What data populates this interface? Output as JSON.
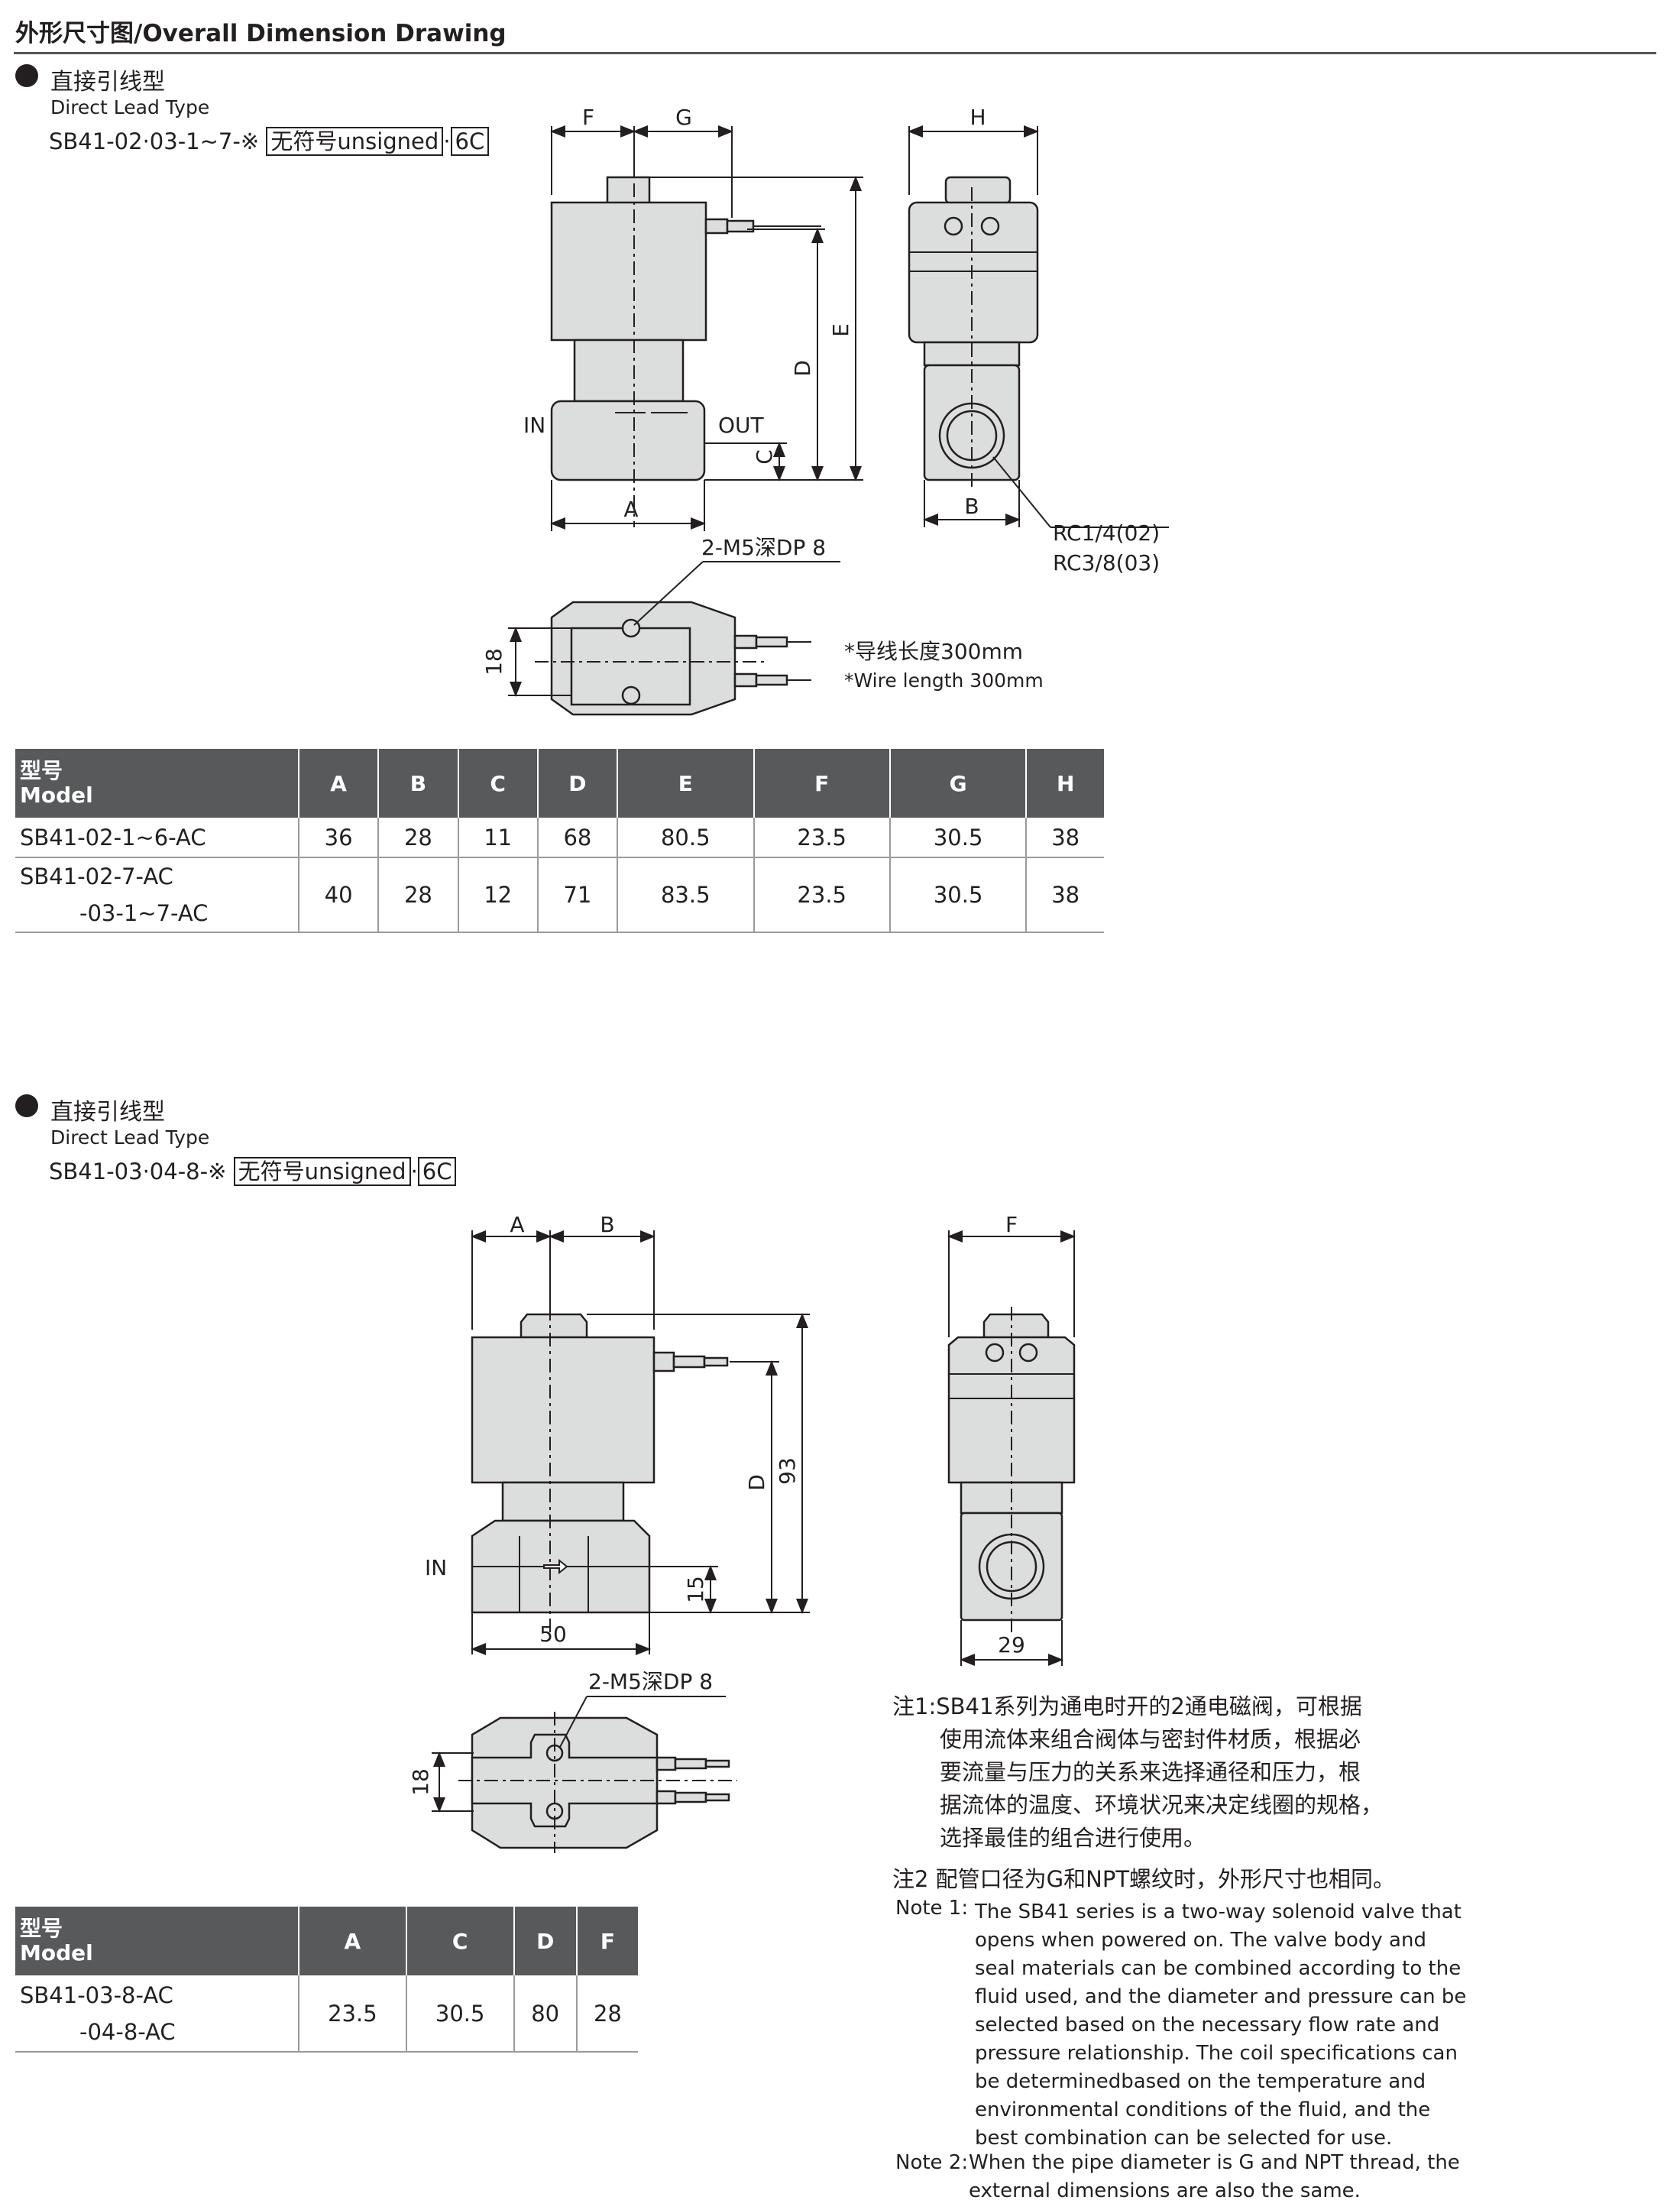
{
  "header": {
    "title": "外形尺寸图/Overall Dimension Drawing"
  },
  "section1": {
    "heading_zh": "直接引线型",
    "heading_en": "Direct Lead Type",
    "code_prefix": "SB41-02·03-1~7-※",
    "code_box1": "无符号unsigned",
    "code_sep": "·",
    "code_box2": "6C",
    "drawing": {
      "dim_f": "F",
      "dim_g": "G",
      "dim_h": "H",
      "dim_e": "E",
      "dim_d": "D",
      "dim_c": "C",
      "dim_a": "A",
      "dim_b": "B",
      "port_in": "IN",
      "port_out": "OUT",
      "port_rc1": "RC1/4(02)",
      "port_rc2": "RC3/8(03)",
      "thread": "2-M5深DP 8",
      "dim_18": "18",
      "wire_zh": "*导线长度300mm",
      "wire_en": "*Wire length 300mm"
    },
    "table": {
      "header_zh": "型号",
      "header_en": "Model",
      "columns": [
        "A",
        "B",
        "C",
        "D",
        "E",
        "F",
        "G",
        "H"
      ],
      "row1": {
        "model": "SB41-02-1~6-AC",
        "values": [
          "36",
          "28",
          "11",
          "68",
          "80.5",
          "23.5",
          "30.5",
          "38"
        ]
      },
      "row2": {
        "model_l1": "SB41-02-7-AC",
        "model_l2": "-03-1~7-AC",
        "values": [
          "40",
          "28",
          "12",
          "71",
          "83.5",
          "23.5",
          "30.5",
          "38"
        ]
      }
    }
  },
  "section2": {
    "heading_zh": "直接引线型",
    "heading_en": "Direct Lead Type",
    "code_prefix": "SB41-03·04-8-※",
    "code_box1": "无符号unsigned",
    "code_sep": "·",
    "code_box2": "6C",
    "drawing": {
      "dim_a": "A",
      "dim_b": "B",
      "dim_f": "F",
      "dim_d": "D",
      "dim_93": "93",
      "dim_15": "15",
      "dim_50": "50",
      "dim_29": "29",
      "port_in": "IN",
      "thread": "2-M5深DP 8",
      "dim_18": "18"
    },
    "table": {
      "header_zh": "型号",
      "header_en": "Model",
      "columns": [
        "A",
        "C",
        "D",
        "F"
      ],
      "row1": {
        "model_l1": "SB41-03-8-AC",
        "model_l2": "-04-8-AC",
        "values": [
          "23.5",
          "30.5",
          "80",
          "28"
        ]
      }
    }
  },
  "notes": {
    "zh1": [
      "注1:SB41系列为通电时开的2通电磁阀，可根据",
      "使用流体来组合阀体与密封件材质，根据必",
      "要流量与压力的关系来选择通径和压力，根",
      "据流体的温度、环境状况来决定线圈的规格，",
      "选择最佳的组合进行使用。"
    ],
    "zh2": "注2 配管口径为G和NPT螺纹时，外形尺寸也相同。",
    "en1_label": "Note 1:",
    "en1": [
      "The SB41 series is a two-way solenoid valve that",
      "opens when powered on. The valve body and",
      "seal materials can be combined according to the",
      "fluid used, and the diameter and pressure can be",
      "selected based on the necessary flow rate and",
      "pressure relationship. The coil specifications can",
      "be determinedbased on the temperature and",
      "environmental conditions of the fluid, and the",
      "best combination can be selected for use."
    ],
    "en2_label": "Note 2:",
    "en2": [
      "When the pipe diameter is G and NPT thread, the",
      "external dimensions are also the same."
    ]
  },
  "colors": {
    "body_fill": "#dcdddd",
    "table_header": "#58595b",
    "line": "#231f20"
  }
}
